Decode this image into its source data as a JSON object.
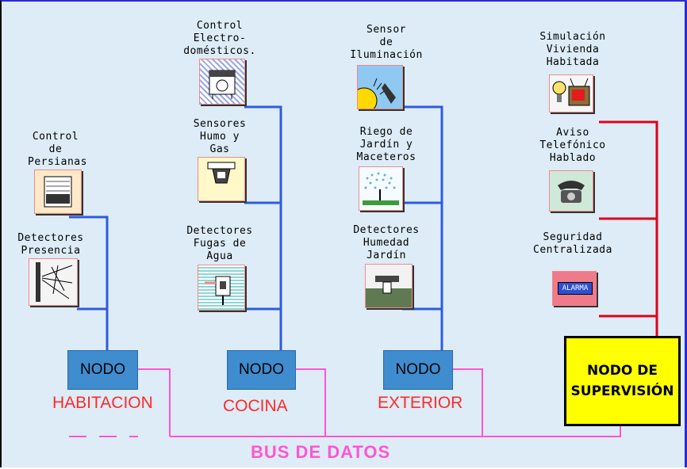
{
  "labels": {
    "control_persianas": [
      "Control",
      "de",
      "Persianas"
    ],
    "detectores_presencia": [
      "Detectores",
      "Presencia"
    ],
    "control_electro": [
      "Control",
      "Electro-",
      "domésticos."
    ],
    "sensores_humo": [
      "Sensores",
      "Humo y",
      "Gas"
    ],
    "detectores_fugas": [
      "Detectores",
      "Fugas de",
      "Agua"
    ],
    "sensor_iluminacion": [
      "Sensor",
      "de",
      "Iluminación"
    ],
    "riego": [
      "Riego de",
      "Jardín y",
      "Maceteros"
    ],
    "detectores_humedad": [
      "Detectores",
      "Humedad",
      "Jardín"
    ],
    "simulacion": [
      "Simulación",
      "Vivienda",
      "Habitada"
    ],
    "aviso": [
      "Aviso",
      "Telefónico",
      "Hablado"
    ],
    "seguridad": [
      "Seguridad",
      "Centralizada"
    ]
  },
  "nodes": {
    "box_label": "NODO",
    "habitacion": "HABITACION",
    "cocina": "COCINA",
    "exterior": "EXTERIOR"
  },
  "supervision": [
    "NODO DE",
    "SUPERVISIÓN"
  ],
  "bus_label": "BUS DE DATOS",
  "alarm_text": "ALARMA",
  "colors": {
    "background": "#ddecf6",
    "blue_wire": "#2e5be0",
    "red_wire": "#e0001b",
    "bus": "#ff55d4",
    "node_fill": "#3f8ccf",
    "node_label": "#ff2a2a",
    "supervision_fill": "#ffff00"
  },
  "icons": [
    "window-blind-icon",
    "motion-detector-icon",
    "appliance-icon",
    "smoke-sensor-icon",
    "water-leak-icon",
    "sun-sensor-icon",
    "sprinkler-icon",
    "soil-sensor-icon",
    "lamp-tv-icon",
    "telephone-icon",
    "alarm-panel-icon"
  ]
}
